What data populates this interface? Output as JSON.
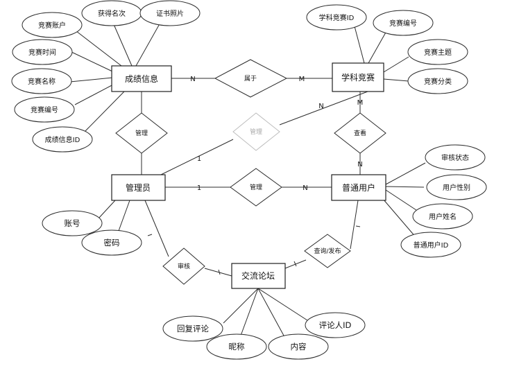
{
  "entities": {
    "score_info": "成绩信息",
    "subject_competition": "学科竞赛",
    "admin": "管理员",
    "normal_user": "普通用户",
    "forum": "交流论坛"
  },
  "relationships": {
    "belongs_to": "属于",
    "manage_score": "管理",
    "view": "查看",
    "manage_comp": "管理",
    "manage_user": "管理",
    "review": "审核",
    "query_post": "查询/发布"
  },
  "cardinalities": {
    "score_belongs": "N",
    "comp_belongs": "M",
    "comp_view": "M",
    "user_view": "N",
    "admin_comp_admin": "1",
    "admin_comp_comp": "N",
    "admin_user_admin": "1",
    "admin_user_user": "N"
  },
  "attributes": {
    "score_info": [
      "竞赛账户",
      "获得名次",
      "证书照片",
      "竞赛时间",
      "竞赛名称",
      "竞赛编号",
      "成绩信息ID"
    ],
    "subject_competition": [
      "学科竞赛ID",
      "竞赛编号",
      "竞赛主题",
      "竞赛分类"
    ],
    "normal_user": [
      "审核状态",
      "用户性别",
      "用户姓名",
      "普通用户ID"
    ],
    "admin": [
      "账号",
      "密码"
    ],
    "forum": [
      "回复评论",
      "昵称",
      "内容",
      "评论人ID"
    ]
  }
}
